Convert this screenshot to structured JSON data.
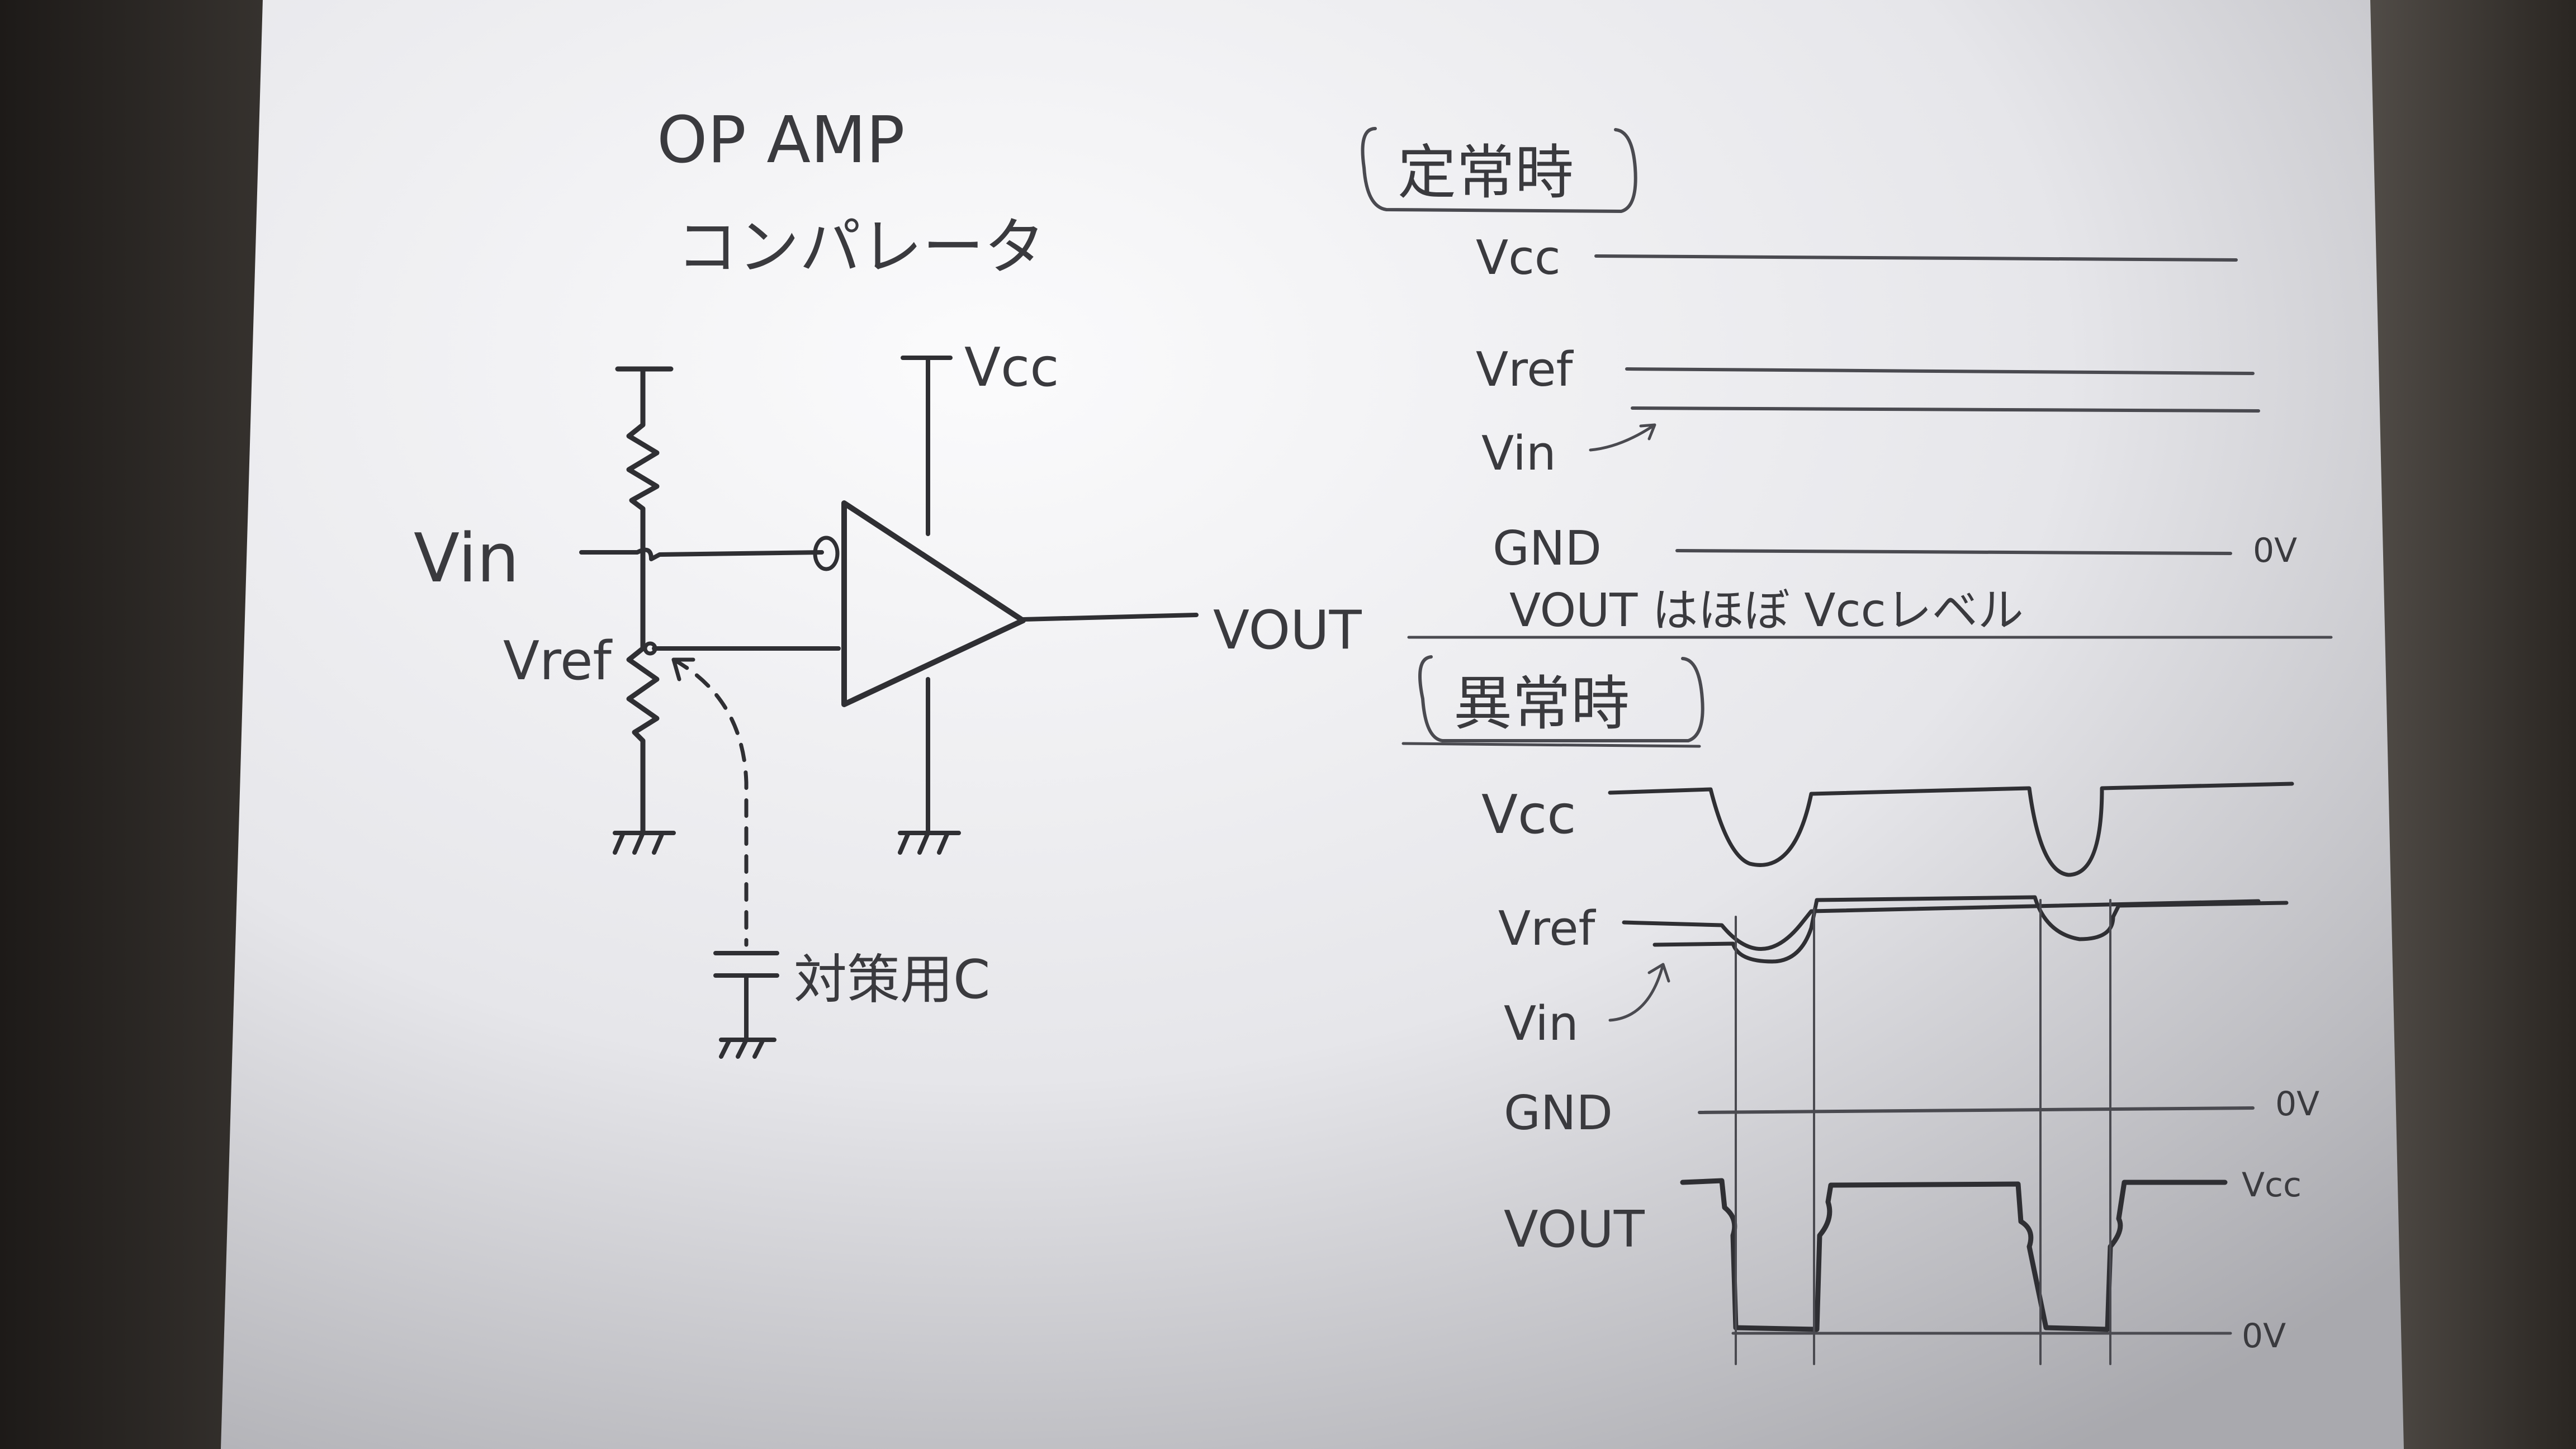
{
  "circuit": {
    "title_line1": "OP AMP",
    "title_line2": "コンパレータ",
    "vcc_label": "Vcc",
    "vin_label": "Vin",
    "vref_label": "Vref",
    "vout_label": "VOUT",
    "cap_label": "対策用C"
  },
  "steady": {
    "heading": "定常時",
    "vcc": "Vcc",
    "vref": "Vref",
    "vin": "Vin",
    "gnd": "GND",
    "zero_v": "0V",
    "note": "VOUT はほぼ Vccレベル"
  },
  "abnormal": {
    "heading": "異常時",
    "vcc": "Vcc",
    "vref": "Vref",
    "vin": "Vin",
    "gnd": "GND",
    "vout": "VOUT",
    "zero_v_gnd": "0V",
    "vcc_level": "Vcc",
    "zero_v_out": "0V"
  },
  "colors": {
    "paper": "#f1f1f3",
    "ink": "#2f2f33",
    "background": "#2a2724"
  }
}
